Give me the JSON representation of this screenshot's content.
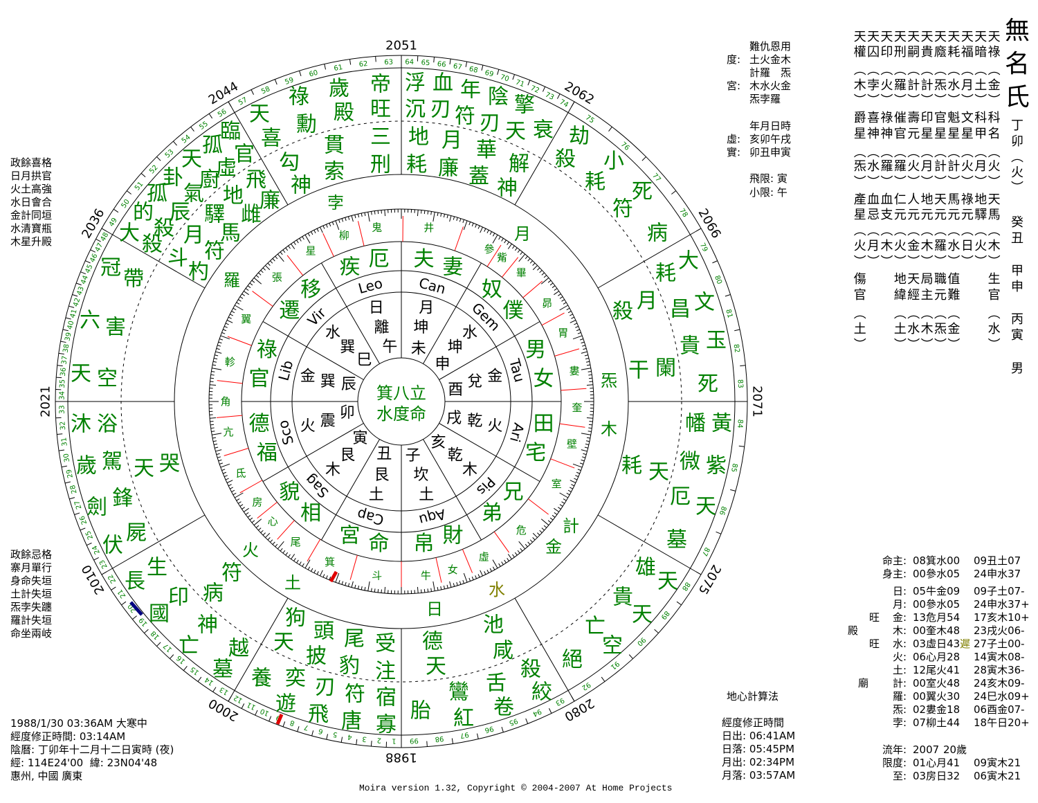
{
  "left_top_notes": [
    "政餘喜格",
    "日月拱官",
    "火土高強",
    "水日會合",
    "金計同垣",
    "水清寶瓶",
    "木星升殿"
  ],
  "left_bottom_notes": [
    "政餘忌格",
    "寨月單行",
    "身命失垣",
    "土計失垣",
    "炁孛失躔",
    "羅計失垣",
    "命坐兩岐"
  ],
  "birth_info": [
    "1988/1/30 03:36AM 大寒中",
    "經度修正時間: 03:14AM",
    "陰曆: 丁卯年十二月十二日寅時 (夜)",
    "經: 114E24'00  緯: 23N04'48",
    "惠州, 中國 廣東"
  ],
  "copyright": "Moira version 1.32, Copyright © 2004-2007 At Home Projects",
  "calc_method": "地心計算法",
  "sun_moon": {
    "title": "經度修正時間",
    "lines": [
      "日出: 06:41AM",
      "日落: 05:45PM",
      "月出: 02:34PM",
      "月落: 03:57AM"
    ]
  },
  "mid_panel": [
    {
      "label": "",
      "value": "難仇恩用"
    },
    {
      "label": "度:",
      "value": "土火金木"
    },
    {
      "label": "",
      "value": "計羅　炁"
    },
    {
      "label": "宮:",
      "value": "木水火金"
    },
    {
      "label": "",
      "value": "炁孛羅"
    },
    {
      "label": "",
      "value": "年月日時"
    },
    {
      "label": "虛:",
      "value": "亥卯午戌"
    },
    {
      "label": "實:",
      "value": "卯丑申寅"
    },
    {
      "label": "",
      "value": "飛限: 寅"
    },
    {
      "label": "",
      "value": "小限: 午"
    }
  ],
  "name": [
    "無",
    "名",
    "氏"
  ],
  "right_column": [
    "丁",
    "卯",
    "︵",
    "火",
    "︶",
    "癸",
    "丑",
    "甲",
    "申",
    "丙",
    "寅",
    "男"
  ],
  "star_rows": [
    "天天天天天天天天天天天",
    "權囚印刑嗣貴廕耗福暗祿",
    "︵︵︵︵︵︵︵︵︵︵︵",
    "木孛火羅計計炁水月土金",
    "︶︶︶︶︶︶︶︶︶︶︶",
    "爵喜祿催壽印官魁文科科",
    "星神神官元星星星星甲名",
    "︵︵︵︵︵︵︵︵︵︵︵",
    "炁水羅羅火月計計火月火",
    "︶︶︶︶︶︶︶︶︶︶︶",
    "產血血仁人地天馬祿地天",
    "星忌支元元元元元元驛馬",
    "︵︵︵︵︵︵︵︵︵︵︵",
    "火月木火金木羅水日火木",
    "︶︶︶︶︶︶︶︶︶︶︶",
    "傷　　地天局職值　　生",
    "官　　緯經主元難　　官",
    "︵　　︵︵︵︵︵　　︵",
    "土　　土水木炁金　　水",
    "︶　　︶︶︶︶︶　　︶"
  ],
  "planet_table": [
    {
      "tag": "",
      "flag": "",
      "label": "命主:",
      "pos1": "08箕水00",
      "slow": "",
      "pos2": "09丑土07"
    },
    {
      "tag": "",
      "flag": "",
      "label": "身主:",
      "pos1": "00參水05",
      "slow": "",
      "pos2": "24申水37"
    },
    {
      "tag": "",
      "flag": "",
      "label": "日:",
      "pos1": "05牛金09",
      "slow": "",
      "pos2": "09子土07-"
    },
    {
      "tag": "",
      "flag": "",
      "label": "月:",
      "pos1": "00參水05",
      "slow": "",
      "pos2": "24申水37+"
    },
    {
      "tag": "",
      "flag": "旺",
      "label": "金:",
      "pos1": "13危月54",
      "slow": "",
      "pos2": "17亥木10+"
    },
    {
      "tag": "殿",
      "flag": "",
      "label": "木:",
      "pos1": "00奎木48",
      "slow": "",
      "pos2": "23戌火06-"
    },
    {
      "tag": "",
      "flag": "旺",
      "label": "水:",
      "pos1": "03虛日43",
      "slow": "遲",
      "pos2": "27子土00-"
    },
    {
      "tag": "",
      "flag": "",
      "label": "火:",
      "pos1": "06心月28",
      "slow": "",
      "pos2": "14寅木08-"
    },
    {
      "tag": "",
      "flag": "",
      "label": "土:",
      "pos1": "12尾火41",
      "slow": "",
      "pos2": "28寅木36-"
    },
    {
      "tag": "廟",
      "flag": "",
      "label": "計:",
      "pos1": "00室火48",
      "slow": "",
      "pos2": "24亥木09-"
    },
    {
      "tag": "",
      "flag": "",
      "label": "羅:",
      "pos1": "00翼火30",
      "slow": "",
      "pos2": "24巳水09+"
    },
    {
      "tag": "",
      "flag": "",
      "label": "炁:",
      "pos1": "02婁金18",
      "slow": "",
      "pos2": "06酉金07-"
    },
    {
      "tag": "",
      "flag": "",
      "label": "孛:",
      "pos1": "07柳土44",
      "slow": "",
      "pos2": "18午日20+"
    },
    {
      "tag": "",
      "flag": "",
      "label": "流年:",
      "pos1": "2007",
      "slow": "",
      "pos2": "20歲"
    },
    {
      "tag": "",
      "flag": "",
      "label": "限度:",
      "pos1": "01心月41",
      "slow": "",
      "pos2": "09寅木21"
    },
    {
      "tag": "",
      "flag": "",
      "label": "至:",
      "pos1": "03房日32",
      "slow": "",
      "pos2": "06寅木21"
    }
  ],
  "chart": {
    "center_text": [
      "箕八立",
      "水度命"
    ],
    "palaces": [
      "疾厄",
      "夫妻",
      "奴僕",
      "男女",
      "田宅",
      "兄弟",
      "財帛",
      "命宮",
      "相貌",
      "福德",
      "官祿",
      "遷移"
    ],
    "zodiac": [
      "Leo",
      "Can",
      "Gem",
      "Tau",
      "Ari",
      "Pis",
      "Aqu",
      "Cap",
      "Sag",
      "Sco",
      "Lib",
      "Vir"
    ],
    "branches": [
      [
        "日",
        "離",
        "午"
      ],
      [
        "月",
        "坤",
        "未"
      ],
      [
        "水",
        "坤",
        "申"
      ],
      [
        "金",
        "兌",
        "酉"
      ],
      [
        "火",
        "乾",
        "戌"
      ],
      [
        "木",
        "乾",
        "亥"
      ],
      [
        "土",
        "坎",
        "子"
      ],
      [
        "土",
        "艮",
        "丑"
      ],
      [
        "木",
        "艮",
        "寅"
      ],
      [
        "火",
        "震",
        "卯"
      ],
      [
        "金",
        "巽",
        "辰"
      ],
      [
        "水",
        "巽",
        "巳"
      ]
    ],
    "mansions": [
      "井",
      "鬼",
      "柳",
      "星",
      "張",
      "翼",
      "軫",
      "角",
      "亢",
      "氐",
      "房",
      "心",
      "尾",
      "箕",
      "斗",
      "牛",
      "女",
      "虛",
      "危",
      "室",
      "壁",
      "奎",
      "婁",
      "胃",
      "昴",
      "畢",
      "觜",
      "參"
    ],
    "planets_ring": [
      "孛",
      "月",
      "羅",
      "炁",
      "木",
      "計",
      "金",
      "水",
      "日",
      "土",
      "火"
    ],
    "planet_colors": {
      "default": "#008000",
      "水": "#808000"
    },
    "outer_ring_stars": [
      "帝旺",
      "三刑",
      "歲殿",
      "貫索",
      "祿勳",
      "勾神",
      "天喜",
      "臨官",
      "孤虛",
      "天廚",
      "飛廉",
      "卦氣",
      "地雌",
      "孤辰",
      "驛馬",
      "的殺",
      "月符",
      "大殺",
      "斗杓",
      "冠帶",
      "六害",
      "天空",
      "沐浴",
      "歲駕",
      "天哭",
      "劍鋒",
      "伏屍",
      "長生",
      "國印",
      "病符",
      "亡神",
      "越墓",
      "天狗",
      "披頭",
      "豹尾",
      "受注",
      "養",
      "遊奕",
      "飛刃",
      "唐符",
      "寡宿",
      "天德",
      "咸池",
      "胎",
      "紅鸞",
      "卷舌",
      "絞殺",
      "絕",
      "空亡",
      "天貴",
      "天雄",
      "墓",
      "天耗",
      "紫微",
      "黃幡",
      "天厄",
      "大耗",
      "文昌",
      "月殺",
      "玉貴",
      "闌干",
      "死",
      "劫殺",
      "小耗",
      "死符",
      "病",
      "浮沉",
      "血刃",
      "年符",
      "陰刃",
      "擎天",
      "衰",
      "地耗",
      "月廉",
      "華蓋",
      "解神"
    ],
    "year_markers": [
      "1988",
      "2000",
      "2010",
      "2021",
      "2036",
      "2044",
      "2051",
      "2062",
      "2066",
      "2071",
      "2075",
      "2080"
    ],
    "age_first": 1,
    "age_last": 99,
    "accent_green": "#008000",
    "accent_red": "#ff0000"
  }
}
